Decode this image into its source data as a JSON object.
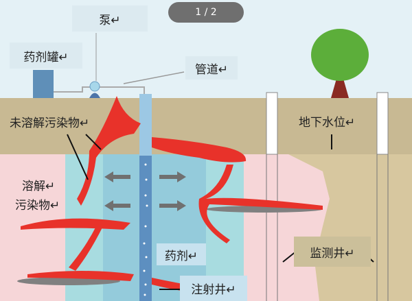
{
  "viewer": {
    "page_indicator": "1 / 2"
  },
  "labels": {
    "pump": "泵↵",
    "tank": "药剂罐↵",
    "pipe": "管道↵",
    "undissolved": "未溶解污染物↵",
    "dissolved_1": "溶解↵",
    "dissolved_2": "污染物↵",
    "reagent": "药剂↵",
    "injection_well": "注射井↵",
    "water_table": "地下水位↵",
    "monitoring_well": "监测井↵"
  },
  "colors": {
    "sky": "#e4f1f6",
    "soil": "#c8b993",
    "contaminant": "#e8322a",
    "plume": "#9fd0dc",
    "tree": "#5cae3a"
  }
}
